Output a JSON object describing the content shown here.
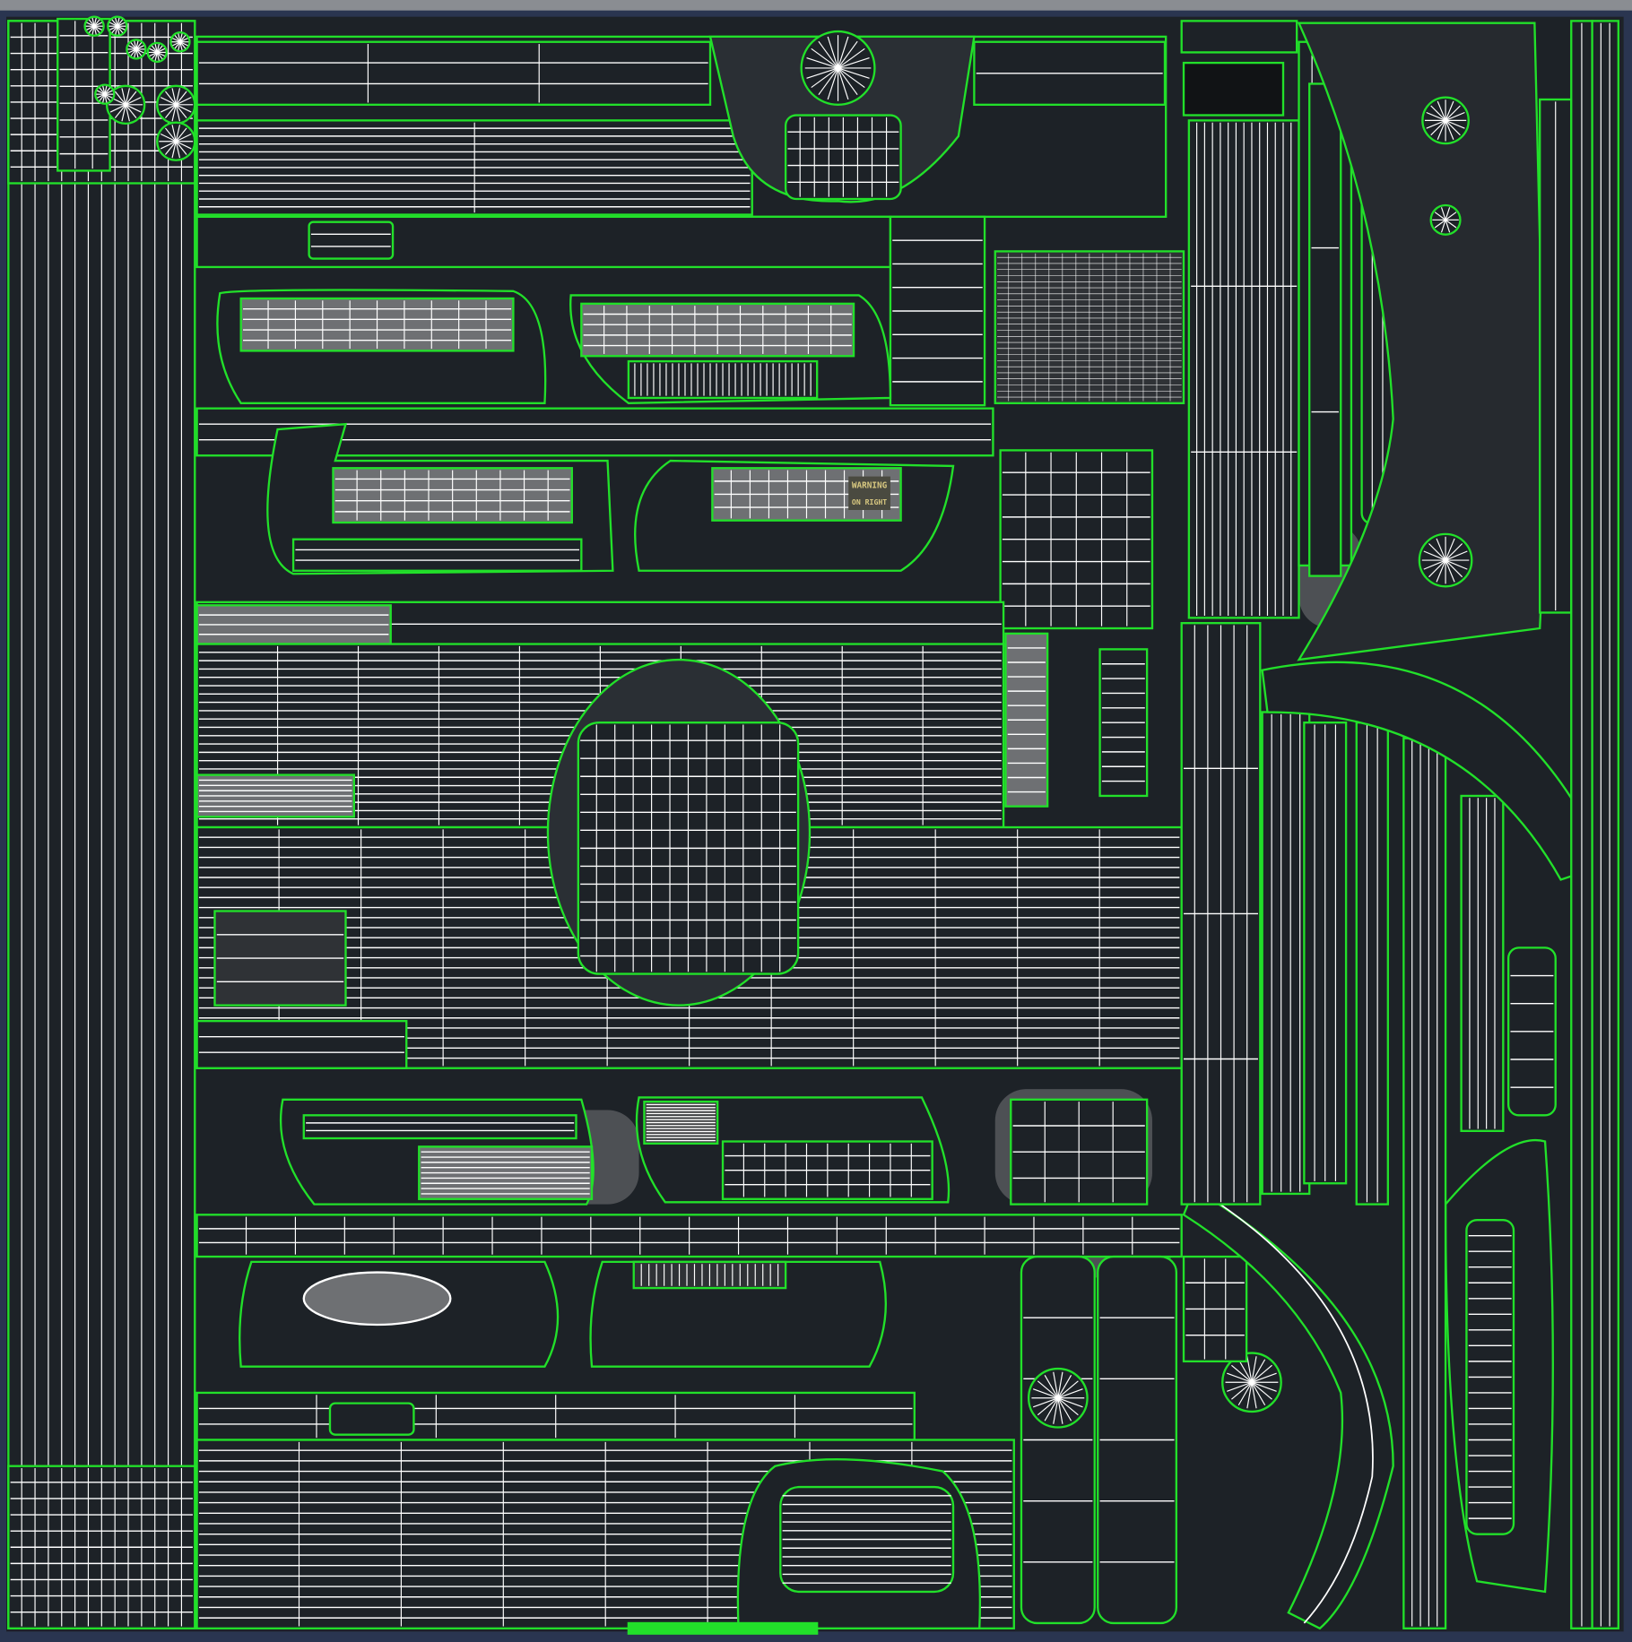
{
  "texture": {
    "kind": "UV layout wireframe",
    "colors": {
      "background": "#1d2227",
      "frame": "#2a3550",
      "top_bar": "#8a8d92",
      "uv_border": "#22e02a",
      "wire": "#ffffff",
      "fill_gray": "#6e7073"
    },
    "labels": {
      "warning_line1": "WARNING",
      "warning_line2": "ON RIGHT"
    }
  }
}
